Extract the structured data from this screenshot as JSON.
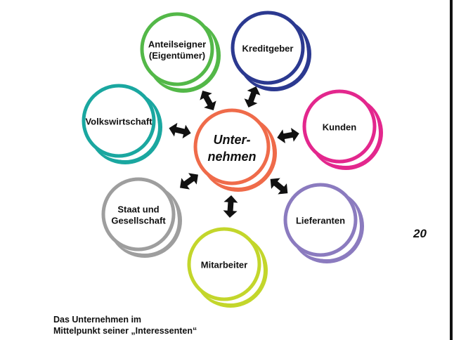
{
  "center": {
    "lines": [
      "Unter-",
      "nehmen"
    ],
    "color": "#ef6b4a"
  },
  "nodes": [
    {
      "id": "anteilseigner",
      "lines": [
        "Anteilseigner",
        "(Eigentümer)"
      ],
      "color": "#53b848"
    },
    {
      "id": "kreditgeber",
      "lines": [
        "Kreditgeber"
      ],
      "color": "#2b3990"
    },
    {
      "id": "kunden",
      "lines": [
        "Kunden"
      ],
      "color": "#e3278d"
    },
    {
      "id": "lieferanten",
      "lines": [
        "Lieferanten"
      ],
      "color": "#8b7bbf"
    },
    {
      "id": "mitarbeiter",
      "lines": [
        "Mitarbeiter"
      ],
      "color": "#c3d62b"
    },
    {
      "id": "staat",
      "lines": [
        "Staat und",
        "Gesellschaft"
      ],
      "color": "#9e9e9e"
    },
    {
      "id": "volkswirtschaft",
      "lines": [
        "Volkswirtschaft"
      ],
      "color": "#1aa7a0"
    }
  ],
  "arrow_color": "#111111",
  "page_number": "20",
  "caption": [
    "Das Unternehmen im",
    "Mittelpunkt seiner „Interessenten“"
  ]
}
